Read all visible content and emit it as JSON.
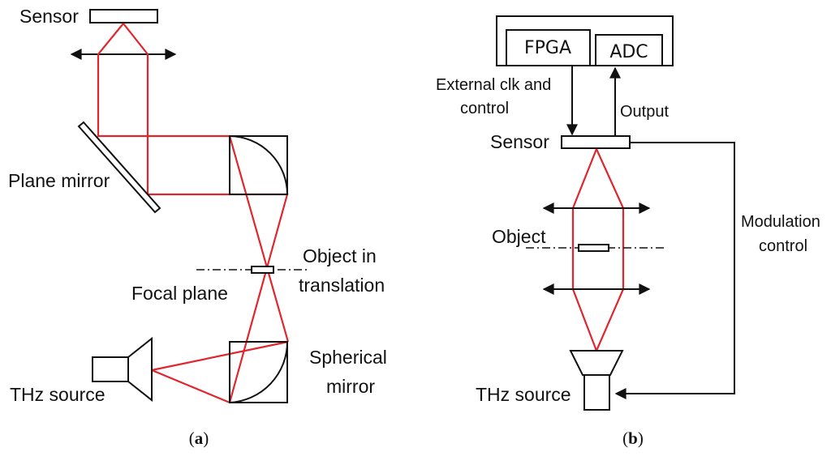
{
  "panel_a": {
    "labels": {
      "sensor": "Sensor",
      "plane_mirror": "Plane mirror",
      "object_line1": "Object in",
      "object_line2": "translation",
      "focal_plane": "Focal plane",
      "spherical_line1": "Spherical",
      "spherical_line2": "mirror",
      "thz_source": "THz source"
    },
    "caption": {
      "open": "(",
      "letter": "a",
      "close": ")"
    }
  },
  "panel_b": {
    "labels": {
      "fpga": "FPGA",
      "adc": "ADC",
      "ext_line1": "External clk and",
      "ext_line2": "control",
      "output": "Output",
      "sensor": "Sensor",
      "object": "Object",
      "mod_line1": "Modulation",
      "mod_line2": "control",
      "thz_source": "THz source"
    },
    "caption": {
      "open": "(",
      "letter": "b",
      "close": ")"
    }
  },
  "colors": {
    "ray": "#e0262d",
    "line": "#111111",
    "background": "#ffffff"
  }
}
